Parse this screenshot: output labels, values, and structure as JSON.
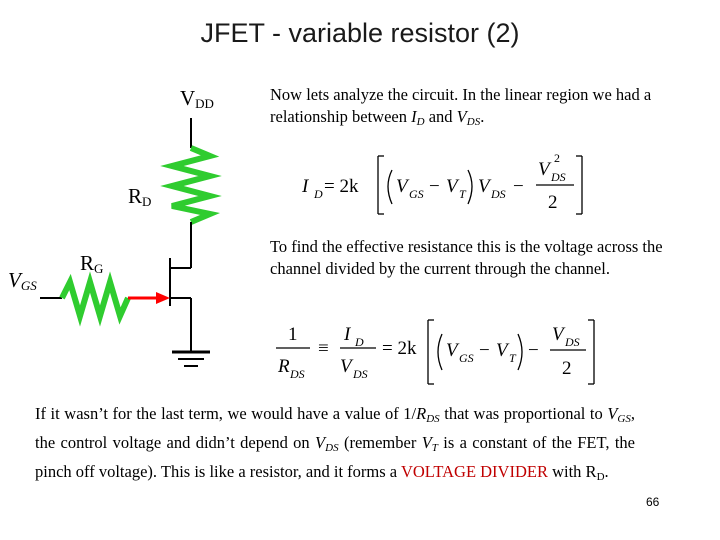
{
  "title": "JFET - variable resistor (2)",
  "labels": {
    "vdd_main": "V",
    "vdd_sub": "DD",
    "rd_main": "R",
    "rd_sub": "D",
    "rg_main": "R",
    "rg_sub": "G",
    "vgs_main": "V",
    "vgs_sub": "GS"
  },
  "para1": {
    "t1": "Now lets analyze the circuit.  In the linear region we had a relationship between ",
    "id": "I",
    "id_sub": "D",
    "and": " and ",
    "vds": "V",
    "vds_sub": "DS",
    "end": "."
  },
  "eq1": {
    "lhs": "I",
    "lhs_sub": "D",
    "eq": " = 2k",
    "v1": "V",
    "v1_sub": "GS",
    "minus": "−",
    "v2": "V",
    "v2_sub": "T",
    "v3": "V",
    "v3_sub": "DS",
    "num": "V",
    "num_sub": "DS",
    "num_sup": "2",
    "den": "2"
  },
  "para2": "To find the effective resistance this is the voltage across the channel divided by the current through the channel.",
  "eq2": {
    "one": "1",
    "rds": "R",
    "rds_sub": "DS",
    "equiv": "≡",
    "id": "I",
    "id_sub": "D",
    "vds": "V",
    "vds_sub": "DS",
    "eq": "= 2k",
    "v1": "V",
    "v1_sub": "GS",
    "v2": "V",
    "v2_sub": "T",
    "num": "V",
    "num_sub": "DS",
    "den": "2"
  },
  "para3": {
    "a": "If it wasn’t for the last term, we would have a value of 1/",
    "r": "R",
    "r_sub": "DS",
    "b": " that was proportional to ",
    "v": "V",
    "v_sub": "GS",
    "c": ", the control voltage and didn’t depend on ",
    "v2": "V",
    "v2_sub": "DS",
    "d": " (remember ",
    "vt": "V",
    "vt_sub": "T",
    "e": " is a constant of the FET, the pinch off voltage).  This is like a resistor, and it forms a ",
    "vd": "VOLTAGE DIVIDER",
    "f": " with R",
    "f_sub": "D",
    "g": "."
  },
  "page_number": "66",
  "colors": {
    "resistor": "#2fcc2f",
    "arrow": "#ff0000",
    "emphasis": "#c00000",
    "wire": "#000000"
  }
}
